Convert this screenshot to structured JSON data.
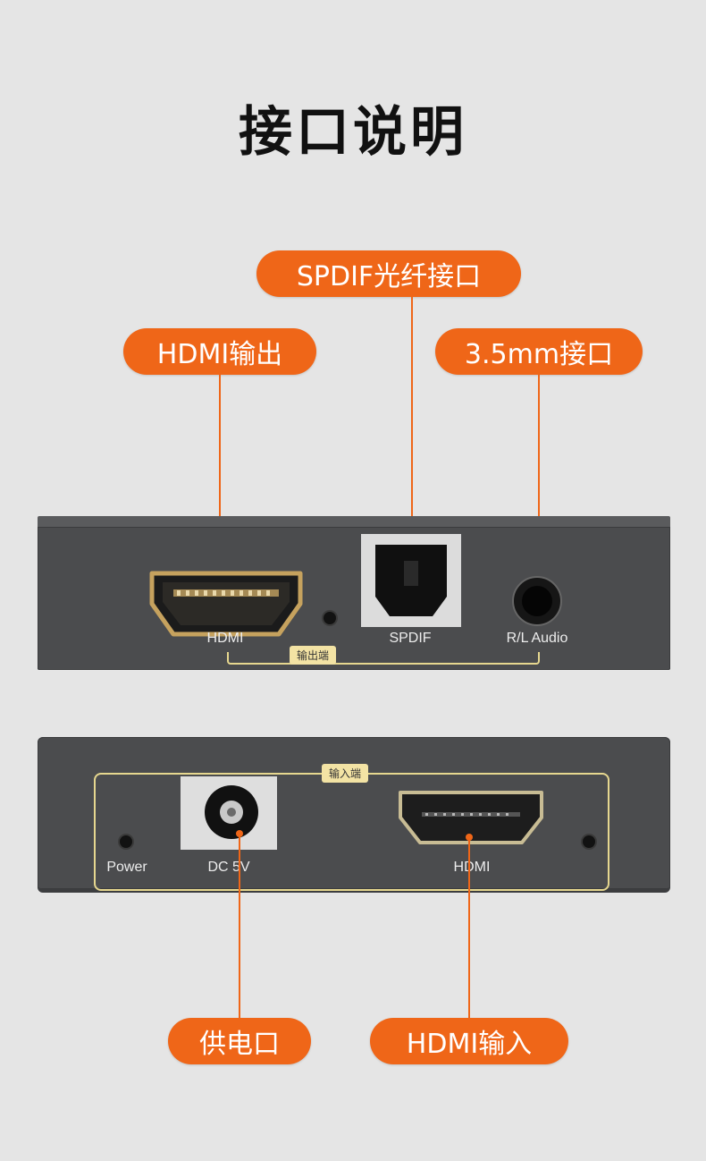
{
  "title": "接口说明",
  "callouts": {
    "hdmi_out": "HDMI输出",
    "spdif": "SPDIF光纤接口",
    "audio_35": "3.5mm接口",
    "power_in": "供电口",
    "hdmi_in": "HDMI输入"
  },
  "output_panel": {
    "group_tag": "输出端",
    "ports": {
      "hdmi": "HDMI",
      "spdif": "SPDIF",
      "audio": "R/L Audio"
    }
  },
  "input_panel": {
    "group_tag": "输入端",
    "ports": {
      "power": "Power",
      "dc": "DC 5V",
      "hdmi": "HDMI"
    }
  },
  "colors": {
    "accent": "#ef6618",
    "device": "#4b4c4e",
    "frame": "#e6d78f",
    "tag": "#f3e3a4"
  }
}
